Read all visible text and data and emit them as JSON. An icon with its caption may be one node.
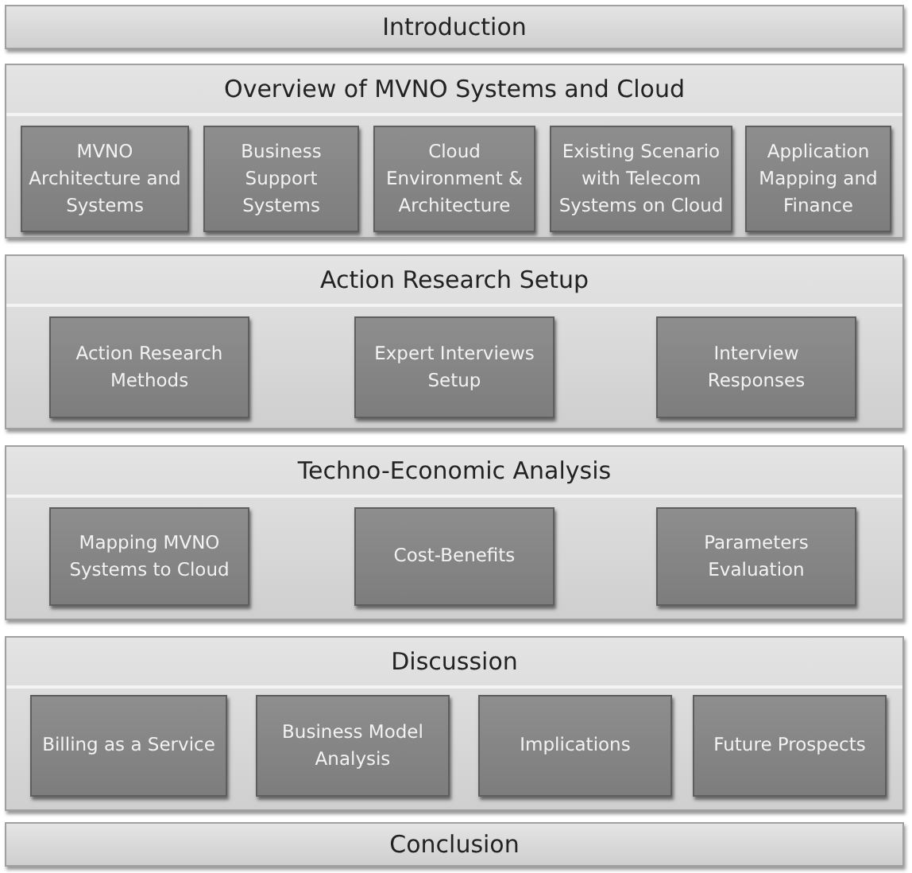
{
  "diagram": {
    "nodes": [
      {
        "text": [
          "Introduction"
        ]
      },
      {
        "text": [
          "Overview of MVNO Systems and Cloud"
        ]
      },
      {
        "text": [
          "MVNO Architecture and Systems"
        ],
        "in": 1
      },
      {
        "text": [
          "Business Support Systems"
        ],
        "in": 1
      },
      {
        "text": [
          "Cloud Environment & Architecture"
        ],
        "in": 1
      },
      {
        "text": [
          "Existing Scenario with Telecom Systems on Cloud"
        ],
        "in": 1
      },
      {
        "text": [
          "Application Mapping and Finance"
        ],
        "in": 1
      },
      {
        "text": [
          "Action Research Setup"
        ]
      },
      {
        "text": [
          "Action Research Methods"
        ],
        "in": 7
      },
      {
        "text": [
          "Expert Interviews Setup"
        ],
        "in": 7
      },
      {
        "text": [
          "Interview Responses"
        ],
        "in": 7
      },
      {
        "text": [
          "Techno-Economic Analysis"
        ]
      },
      {
        "text": [
          "Mapping MVNO Systems to Cloud"
        ],
        "in": 11
      },
      {
        "text": [
          "Cost-Benefits"
        ],
        "in": 11
      },
      {
        "text": [
          "Parameters Evaluation"
        ],
        "in": 11
      },
      {
        "text": [
          "Discussion"
        ]
      },
      {
        "text": [
          "Billing as a Service"
        ],
        "in": 15
      },
      {
        "text": [
          "Business Model Analysis"
        ],
        "in": 15
      },
      {
        "text": [
          "Implications"
        ],
        "in": 15
      },
      {
        "text": [
          "Future Prospects"
        ],
        "in": 15
      },
      {
        "text": [
          "Conclusion"
        ]
      }
    ]
  }
}
